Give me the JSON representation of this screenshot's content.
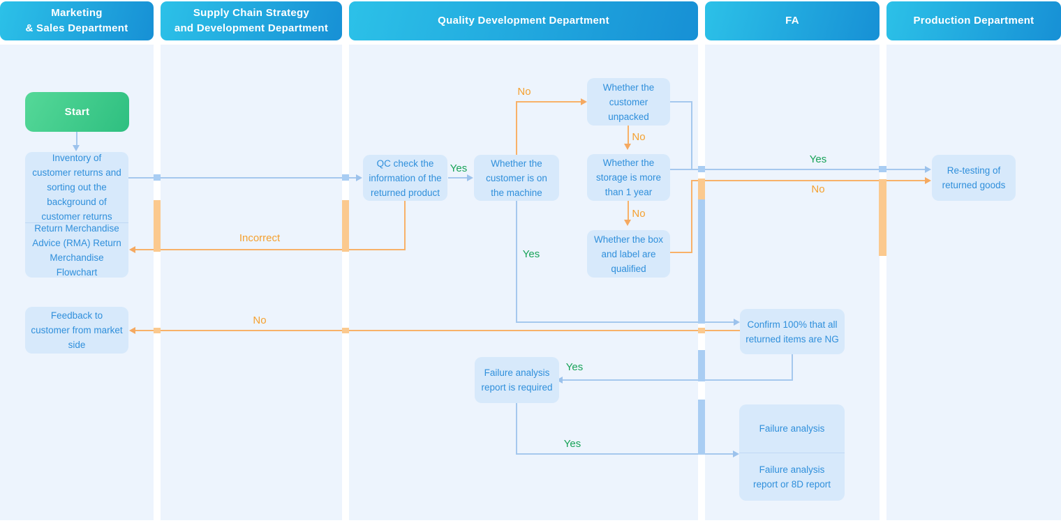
{
  "lanes": [
    {
      "title_lines": [
        "Marketing",
        "& Sales Department"
      ]
    },
    {
      "title_lines": [
        "Supply Chain Strategy",
        "and Development Department"
      ]
    },
    {
      "title_lines": [
        "Quality Development Department"
      ]
    },
    {
      "title_lines": [
        "FA"
      ]
    },
    {
      "title_lines": [
        "Production Department"
      ]
    }
  ],
  "nodes": {
    "start": "Start",
    "inventory": "Inventory of customer returns and sorting out the background of customer returns",
    "rma": "Return Merchandise Advice (RMA) Return Merchandise Flowchart",
    "feedback": "Feedback to customer from market side",
    "qc_check": "QC check the information of the returned product",
    "on_machine": "Whether the customer is on the machine",
    "unpacked": "Whether the customer unpacked",
    "storage": "Whether the storage is more than 1 year",
    "box_label": "Whether the box and label are qualified",
    "confirm_ng": "Confirm 100% that all returned items are NG",
    "fa_required": "Failure analysis report is required",
    "failure_analysis": "Failure analysis",
    "fa_report": "Failure analysis report or 8D report",
    "retesting": "Re-testing of returned goods"
  },
  "labels": {
    "yes_qc_to_machine": "Yes",
    "no_machine_to_unpacked": "No",
    "no_unpacked_to_storage": "No",
    "no_storage_to_boxlabel": "No",
    "yes_to_retesting": "Yes",
    "no_to_retesting": "No",
    "yes_machine_down": "Yes",
    "incorrect_to_rma": "Incorrect",
    "no_to_feedback": "No",
    "yes_confirm_to_fareq": "Yes",
    "yes_fareq_to_fa": "Yes"
  },
  "colors": {
    "lane_background": "#edf4fd",
    "header_gradient_start": "#2cc1e8",
    "header_gradient_end": "#1790d5",
    "start_gradient_start": "#55d898",
    "start_gradient_end": "#2ebf80",
    "node_fill": "#d7e9fb",
    "node_text": "#2f8fdb",
    "blue_line": "#a5c8ee",
    "orange_line": "#f8b168",
    "green_label": "#17a257",
    "orange_label": "#f5a02f"
  }
}
